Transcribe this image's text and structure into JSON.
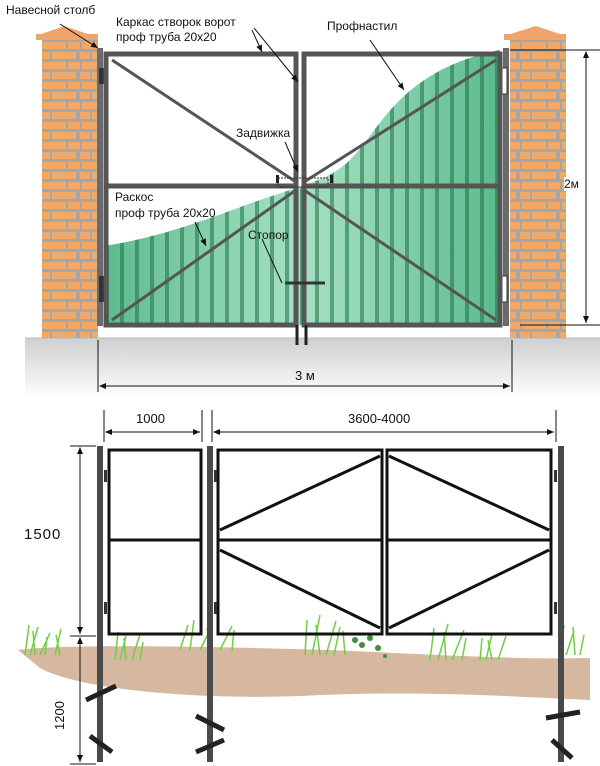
{
  "top_diagram": {
    "labels": {
      "post": "Навесной столб",
      "frame_line1": "Каркас створок ворот",
      "frame_line2": "проф труба 20х20",
      "sheet": "Профнастил",
      "latch": "Задвижка",
      "brace_line1": "Раскос",
      "brace_line2": "проф труба 20х20",
      "stopper": "Стопор"
    },
    "dimensions": {
      "height": "2м",
      "width": "3 м"
    },
    "colors": {
      "brick": "#f2a866",
      "mortar": "#a9a9a9",
      "frame": "#555555",
      "sheet": "#5fbf93",
      "ground": "#d9d9d9"
    }
  },
  "bottom_diagram": {
    "dimensions": {
      "wicket_width": "1000",
      "gate_width": "3600-4000",
      "height_above": "1500",
      "depth_below": "1200"
    },
    "colors": {
      "frame": "#111111",
      "post": "#444444",
      "soil": "#d8b9a0",
      "grass": "#6fcf3f"
    }
  }
}
